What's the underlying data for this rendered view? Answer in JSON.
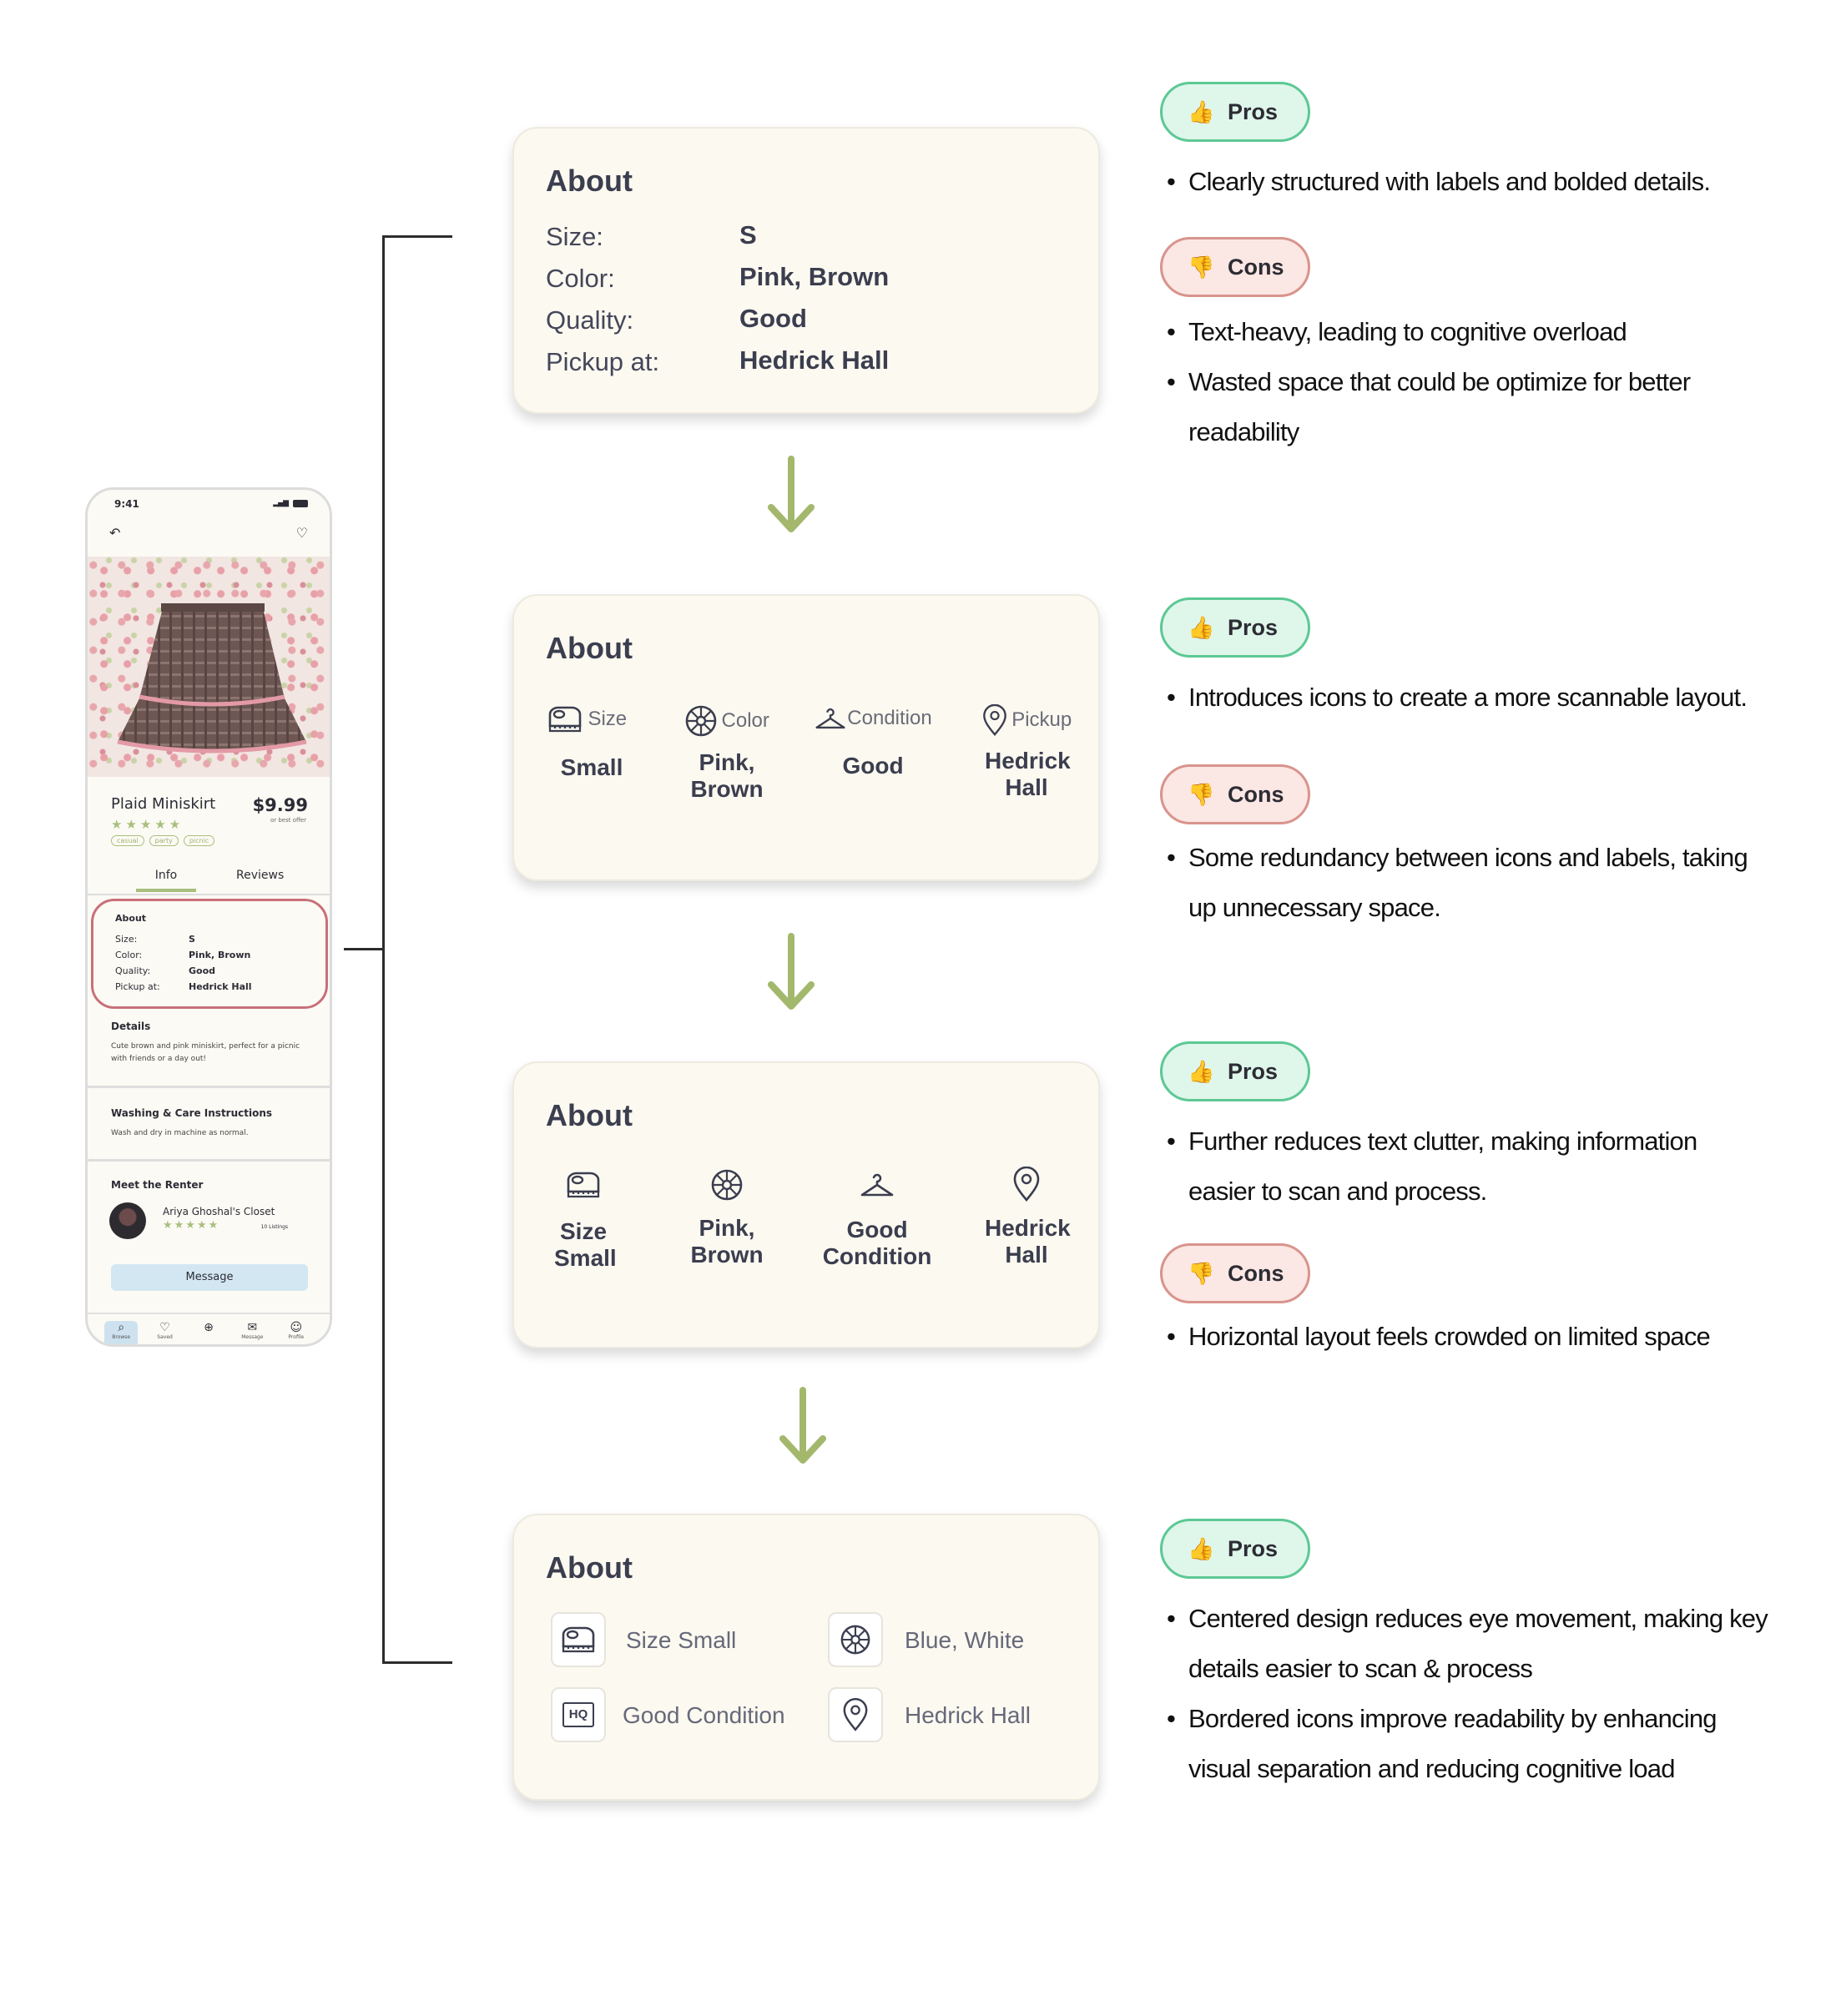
{
  "phone": {
    "time": "9:41",
    "product_name": "Plaid Miniskirt",
    "price": "$9.99",
    "price_note": "or best offer",
    "rating_stars": "★★★★★",
    "tags": [
      "casual",
      "party",
      "picnic"
    ],
    "tabs": [
      "Info",
      "Reviews"
    ],
    "about": {
      "title": "About",
      "rows": [
        {
          "label": "Size:",
          "value": "S"
        },
        {
          "label": "Color:",
          "value": "Pink, Brown"
        },
        {
          "label": "Quality:",
          "value": "Good"
        },
        {
          "label": "Pickup at:",
          "value": "Hedrick Hall"
        }
      ]
    },
    "details": {
      "title": "Details",
      "text": "Cute brown and pink miniskirt, perfect for a picnic with friends or a day out!"
    },
    "washing": {
      "title": "Washing & Care Instructions",
      "text": "Wash and dry in machine as normal."
    },
    "renter": {
      "title": "Meet the Renter",
      "name": "Ariya Ghoshal's Closet",
      "stars": "★★★★★",
      "listings": "10 Listings"
    },
    "message_button": "Message",
    "bottom_nav": [
      "Browse",
      "Saved",
      "",
      "Message",
      "Profile"
    ]
  },
  "iterations": [
    {
      "title": "About",
      "rows": [
        {
          "label": "Size:",
          "value": "S"
        },
        {
          "label": "Color:",
          "value": "Pink, Brown"
        },
        {
          "label": "Quality:",
          "value": "Good"
        },
        {
          "label": "Pickup at:",
          "value": "Hedrick Hall"
        }
      ]
    },
    {
      "title": "About",
      "items": [
        {
          "icon": "measuring-tape-icon",
          "label": "Size",
          "value": "Small"
        },
        {
          "icon": "color-wheel-icon",
          "label": "Color",
          "value": "Pink, Brown"
        },
        {
          "icon": "hanger-icon",
          "label": "Condition",
          "value": "Good"
        },
        {
          "icon": "location-pin-icon",
          "label": "Pickup",
          "value": "Hedrick Hall"
        }
      ]
    },
    {
      "title": "About",
      "items": [
        {
          "icon": "measuring-tape-icon",
          "value": "Size Small"
        },
        {
          "icon": "color-wheel-icon",
          "value": "Pink, Brown"
        },
        {
          "icon": "hanger-icon",
          "value": "Good Condition"
        },
        {
          "icon": "location-pin-icon",
          "value": "Hedrick Hall"
        }
      ]
    },
    {
      "title": "About",
      "items": [
        {
          "icon": "measuring-tape-icon",
          "value": "Size Small"
        },
        {
          "icon": "color-wheel-icon",
          "value": "Blue, White"
        },
        {
          "icon": "hq-badge-icon",
          "icon_text": "HQ",
          "value": "Good Condition"
        },
        {
          "icon": "location-pin-icon",
          "value": "Hedrick Hall"
        }
      ]
    }
  ],
  "feedback": [
    {
      "pros_label": "Pros",
      "pros": [
        "Clearly structured with labels and bolded details."
      ],
      "cons_label": "Cons",
      "cons": [
        "Text-heavy, leading to cognitive overload",
        "Wasted space that could be optimize for better readability"
      ]
    },
    {
      "pros_label": "Pros",
      "pros": [
        "Introduces icons to create a more scannable layout."
      ],
      "cons_label": "Cons",
      "cons": [
        "Some redundancy between icons and labels, taking up unnecessary space."
      ]
    },
    {
      "pros_label": "Pros",
      "pros": [
        "Further reduces text clutter, making information easier to scan and process."
      ],
      "cons_label": "Cons",
      "cons": [
        "Horizontal layout feels crowded on limited space"
      ]
    },
    {
      "pros_label": "Pros",
      "pros": [
        "Centered design reduces eye movement, making key details easier to scan & process",
        "Bordered icons improve readability by enhancing visual separation and reducing cognitive load"
      ]
    }
  ],
  "colors": {
    "card_bg": "#fcf9f0",
    "arrow": "#a3b86c",
    "pros_bg": "#dff6ea",
    "pros_border": "#5dc894",
    "cons_bg": "#fbe7e3",
    "cons_border": "#d8948d",
    "highlight_border": "#c8707a",
    "accent_green": "#a8bf7e"
  }
}
